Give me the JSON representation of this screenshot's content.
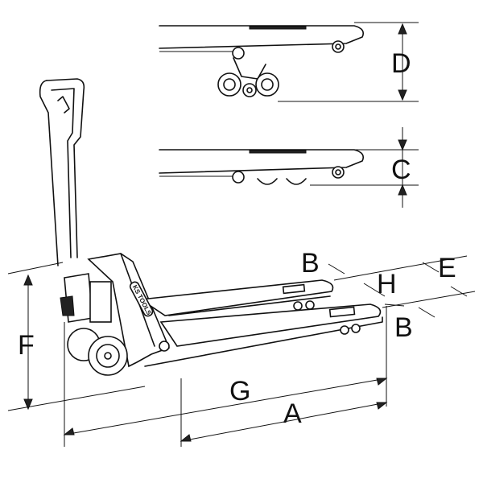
{
  "labels": {
    "a": "A",
    "b_top": "B",
    "b_bottom": "B",
    "c": "C",
    "d": "D",
    "e": "E",
    "f": "F",
    "g": "G",
    "h": "H"
  },
  "logo_text": "KS TOOLS"
}
